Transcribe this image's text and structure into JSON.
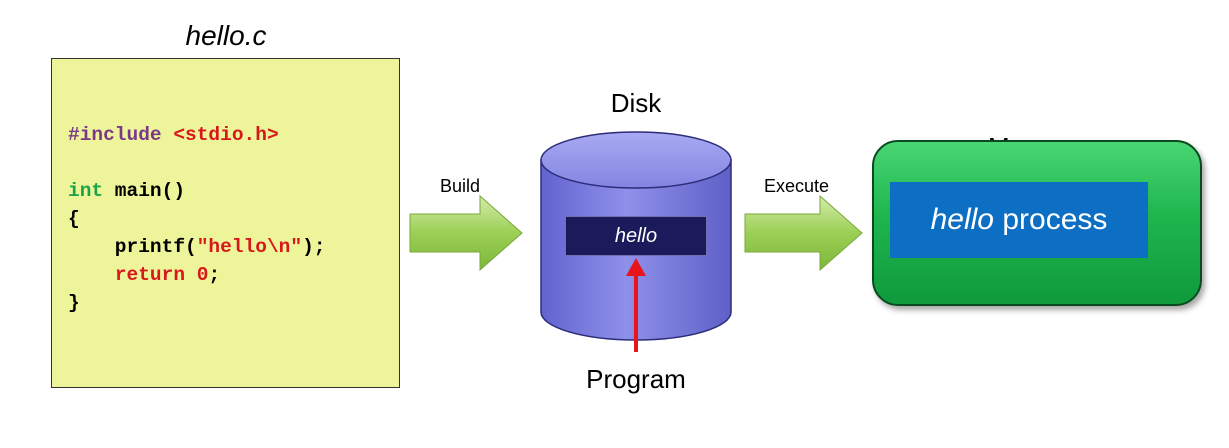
{
  "source_file": {
    "title": "hello.c",
    "code_lines": [
      "#include <stdio.h>",
      "",
      "int main()",
      "{",
      "    printf(\"hello\\n\");",
      "    return 0;",
      "}"
    ]
  },
  "build_arrow": {
    "label": "Build"
  },
  "disk": {
    "title": "Disk",
    "file_label": "hello"
  },
  "program_arrow": {
    "label": "Program"
  },
  "execute_arrow": {
    "label": "Execute"
  },
  "memory": {
    "title": "Memory",
    "process_name": "hello",
    "process_suffix": " process"
  },
  "colors": {
    "code_background": "#eef49a",
    "disk": "#7b7ce0",
    "arrow_green": "#8cc63f",
    "memory_green": "#1fb64e",
    "process_blue": "#0c6fc3",
    "program_arrow_red": "#e8161c"
  }
}
